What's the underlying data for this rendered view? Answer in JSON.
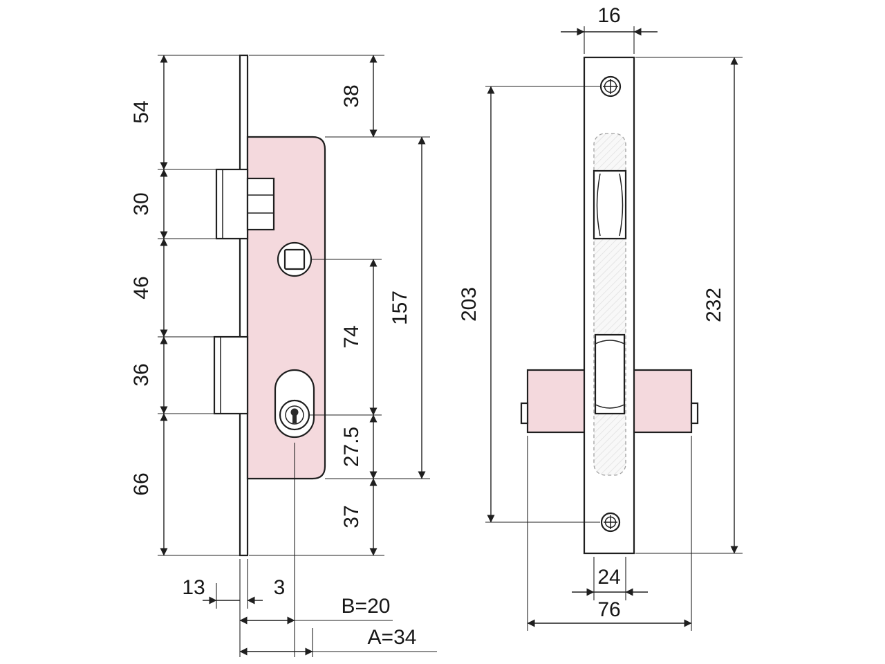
{
  "colors": {
    "body_fill": "#f4d9dd",
    "line": "#1f1f1f",
    "background": "#ffffff"
  },
  "dims": {
    "left_heights": {
      "d54": "54",
      "d30": "30",
      "d46": "46",
      "d36": "36",
      "d66": "66"
    },
    "left_depths": {
      "d38": "38",
      "d157": "157",
      "d74": "74",
      "d27_5": "27.5",
      "d37": "37"
    },
    "left_bottom": {
      "d13": "13",
      "d3": "3",
      "dB": "B=20",
      "dA": "A=34"
    },
    "right": {
      "d16": "16",
      "d203": "203",
      "d232": "232",
      "d24": "24",
      "d76": "76"
    }
  }
}
